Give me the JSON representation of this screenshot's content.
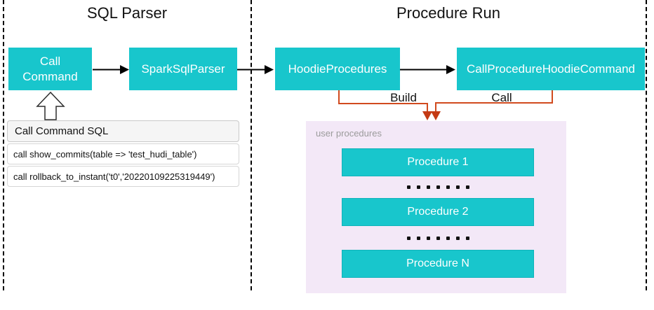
{
  "sections": {
    "left_title": "SQL Parser",
    "right_title": "Procedure Run"
  },
  "nodes": {
    "call_command": "Call\nCommand",
    "spark_sql_parser": "SparkSqlParser",
    "hoodie_procedures": "HoodieProcedures",
    "call_procedure_hoodie_command": "CallProcedureHoodieCommand"
  },
  "edges": {
    "build_label": "Build",
    "call_label": "Call"
  },
  "sql_panel": {
    "header": "Call Command SQL",
    "rows": [
      "call show_commits(table => 'test_hudi_table')",
      "call rollback_to_instant('t0','20220109225319449')"
    ]
  },
  "procedures_panel": {
    "label": "user procedures",
    "items": [
      "Procedure 1",
      "Procedure 2",
      "Procedure N"
    ]
  },
  "colors": {
    "node_teal": "#18c6cc",
    "panel_purple": "#f3e8f7",
    "edge_orange": "#d14a1e",
    "arrowhead_red": "#c43a14"
  }
}
